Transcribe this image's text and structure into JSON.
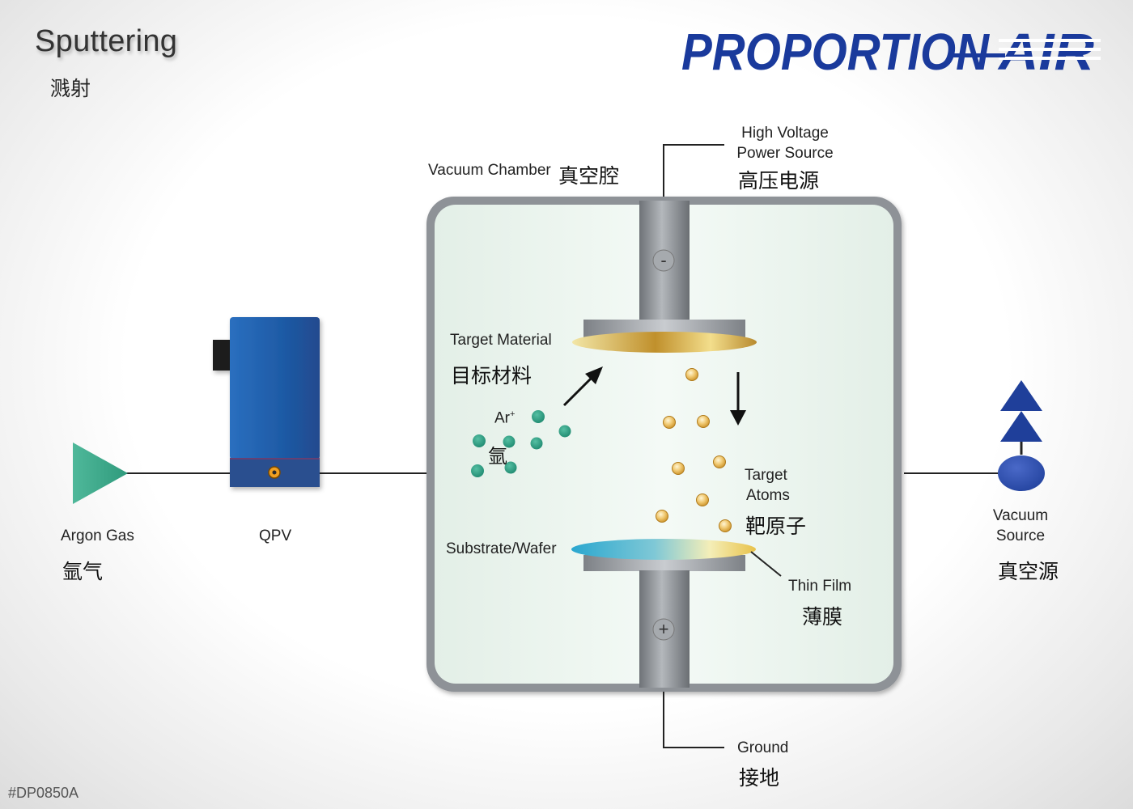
{
  "title": {
    "en": "Sputtering",
    "zh": "溅射"
  },
  "logo": {
    "text_main": "PROPORTION",
    "text_accent": "AIR",
    "color": "#1a3a9c"
  },
  "labels": {
    "argon_gas": {
      "en": "Argon Gas",
      "zh": "氩气"
    },
    "qpv": "QPV",
    "vacuum_chamber": {
      "en": "Vacuum Chamber",
      "zh": "真空腔"
    },
    "high_voltage": {
      "line1": "High Voltage",
      "line2": "Power Source",
      "zh": "高压电源"
    },
    "target_material": {
      "en": "Target Material",
      "zh": "目标材料"
    },
    "argon_ion": {
      "symbol": "Ar",
      "charge": "+",
      "zh": "氩"
    },
    "target_atoms": {
      "line1": "Target",
      "line2": "Atoms",
      "zh": "靶原子"
    },
    "substrate": "Substrate/Wafer",
    "thin_film": {
      "en": "Thin Film",
      "zh": "薄膜"
    },
    "vacuum_source": {
      "line1": "Vacuum",
      "line2": "Source",
      "zh": "真空源"
    },
    "ground": {
      "en": "Ground",
      "zh": "接地"
    },
    "cathode_sign": "-",
    "anode_sign": "+"
  },
  "doc_id": "#DP0850A",
  "colors": {
    "argon_triangle": "#3aa889",
    "qpv_blue": "#1f5fa8",
    "chamber_fill": "#e8f3ec",
    "chamber_frame": "#8a8e92",
    "ion_particle": "#2f9a82",
    "atom_particle": "#d9a73a",
    "vacuum_pump": "#1f3f9a"
  }
}
